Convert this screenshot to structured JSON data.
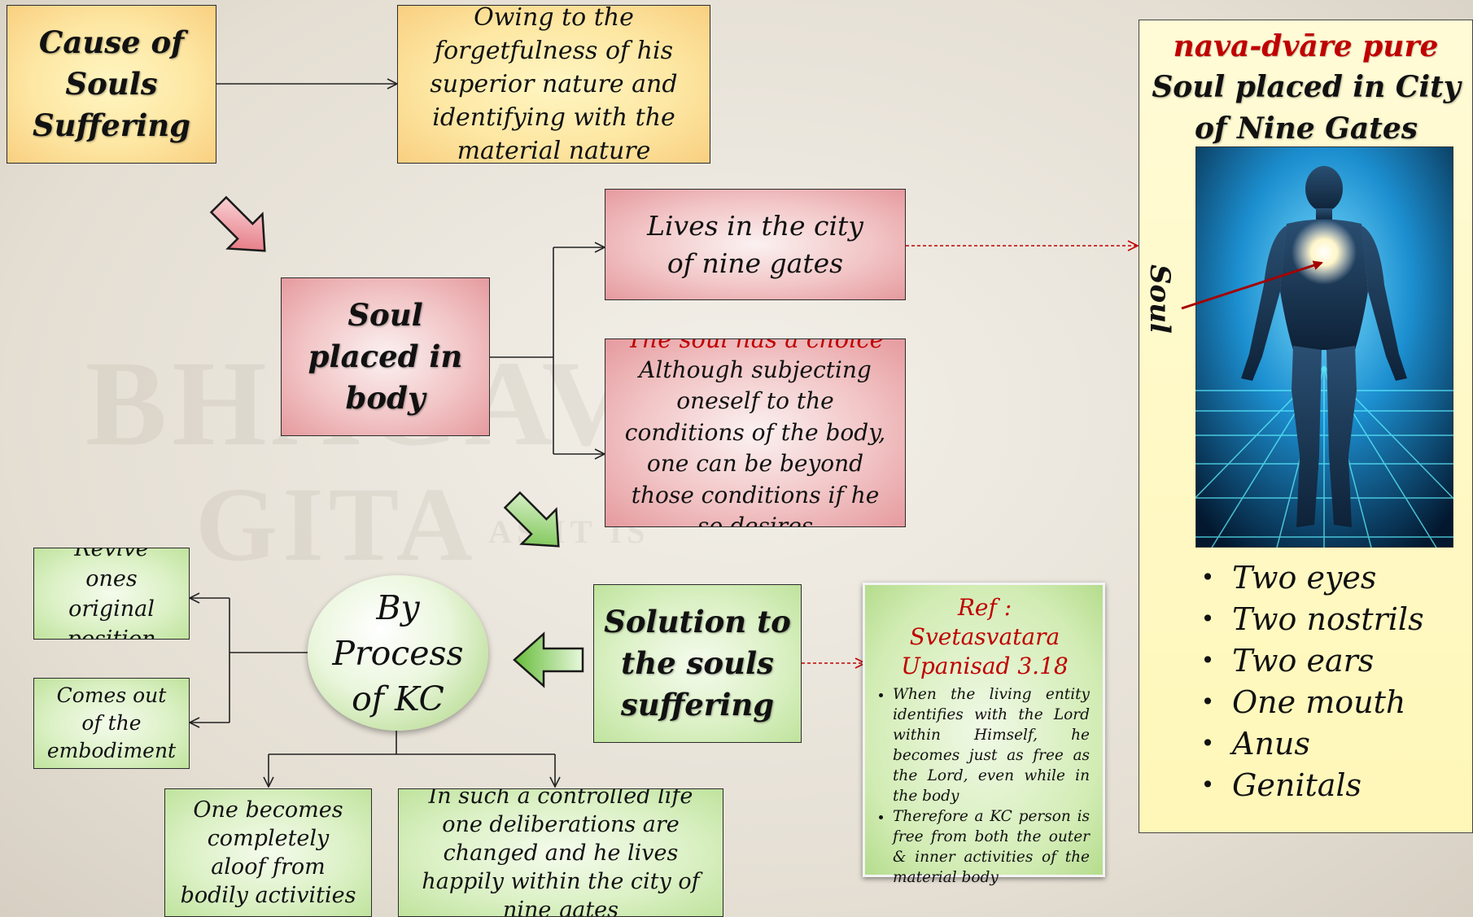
{
  "watermark": {
    "line1": "BHAGAVAD",
    "line2": "GITA",
    "line3": "AS IT IS"
  },
  "cause_box": {
    "text": "Cause of Souls Suffering"
  },
  "forget_box": {
    "text": "Owing to the forgetfulness of his superior nature and identifying with the material nature"
  },
  "soul_body_box": {
    "text": "Soul placed in body"
  },
  "lives_box": {
    "text": "Lives in the city of nine gates"
  },
  "choice_box": {
    "title": "The soul has a choice",
    "text": "Although subjecting oneself to the conditions of the body, one can be beyond those conditions if he so desires"
  },
  "solution_box": {
    "text": "Solution to the souls suffering"
  },
  "kc_oval": {
    "text": "By Process of KC"
  },
  "revive_box": {
    "text": "Revive ones original position"
  },
  "comes_out_box": {
    "text": "Comes out of the embodiment"
  },
  "aloof_box": {
    "text": "One becomes completely aloof from bodily activities"
  },
  "controlled_box": {
    "text": "In such a controlled life one deliberations are changed and he lives happily within the city of nine gates"
  },
  "ref_box": {
    "title": "Ref : Svetasvatara Upanisad 3.18",
    "bullets": [
      "When the living entity identifies with the Lord within Himself, he becomes just as free as the Lord, even while in the body",
      "Therefore a KC person is free from both the outer & inner activities of the material body"
    ]
  },
  "right_panel": {
    "title_red": "nava-dvāre pure",
    "title": "Soul placed in City of Nine Gates",
    "soul_label": "Soul",
    "bullet_symbol": "•",
    "gates": [
      "Two eyes",
      "Two nostrils",
      "Two ears",
      "One mouth",
      "Anus",
      "Genitals"
    ]
  },
  "colors": {
    "yellow_box": "#fde7a3",
    "pink_box": "#f2c5c6",
    "green_box": "#dcf1c6",
    "red_text": "#c00000",
    "dashed_connector": "#c00000",
    "panel_bg": "#fff7b8",
    "figure_glow": "#35b8e6"
  }
}
